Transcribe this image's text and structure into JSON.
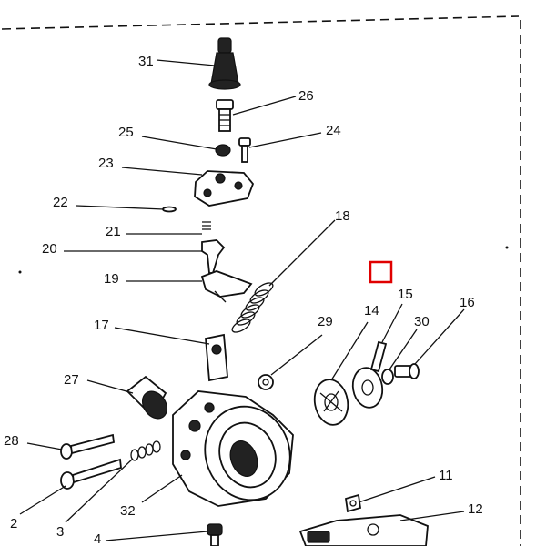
{
  "diagram": {
    "part_labels": {
      "p31": "31",
      "p26": "26",
      "p25": "25",
      "p24": "24",
      "p23": "23",
      "p22": "22",
      "p21": "21",
      "p20": "20",
      "p19": "19",
      "p18": "18",
      "p17": "17",
      "p29": "29",
      "p14": "14",
      "p15": "15",
      "p30": "30",
      "p16": "16",
      "p27": "27",
      "p28": "28",
      "p2": "2",
      "p3": "3",
      "p32": "32",
      "p4": "4",
      "p11": "11",
      "p12": "12"
    },
    "highlight_color": "#e00000",
    "line_color": "#111111"
  }
}
